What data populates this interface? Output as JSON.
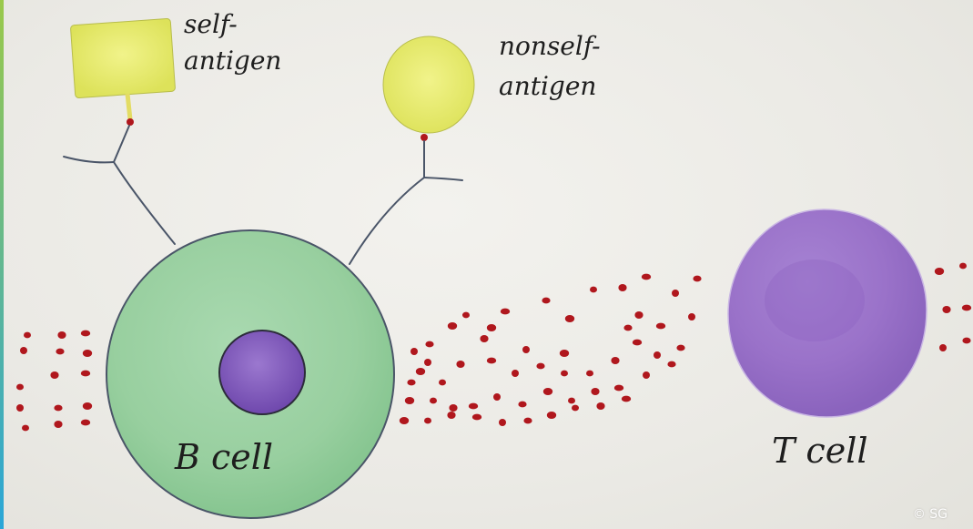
{
  "labels": {
    "self_antigen_line1": "self-",
    "self_antigen_line2": "antigen",
    "nonself_antigen_line1": "nonself-",
    "nonself_antigen_line2": "antigen",
    "b_cell": "B cell",
    "t_cell": "T cell"
  },
  "credit": "© SG",
  "colors": {
    "b_cell_body": "#9fd3a6",
    "b_cell_nucleus": "#8a63c2",
    "t_cell_body": "#9a72c9",
    "antigen": "#e6ea6a",
    "receptor_line": "#4a5568",
    "dots": "#b0171d",
    "accent_strip_top": "#9ac94a",
    "accent_strip_bottom": "#2aa6d8"
  },
  "icons": [
    "b-cell-shape",
    "t-cell-shape",
    "self-antigen-square",
    "nonself-antigen-circle",
    "y-shaped-receptor"
  ]
}
